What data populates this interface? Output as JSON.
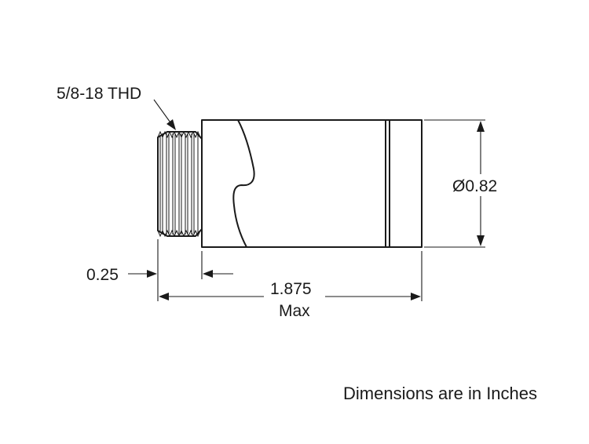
{
  "drawing": {
    "thread_callout": "5/8-18 THD",
    "diameter": "Ø0.82",
    "thread_length": "0.25",
    "overall_length": "1.875",
    "overall_length_qualifier": "Max"
  },
  "note": "Dimensions are in Inches"
}
